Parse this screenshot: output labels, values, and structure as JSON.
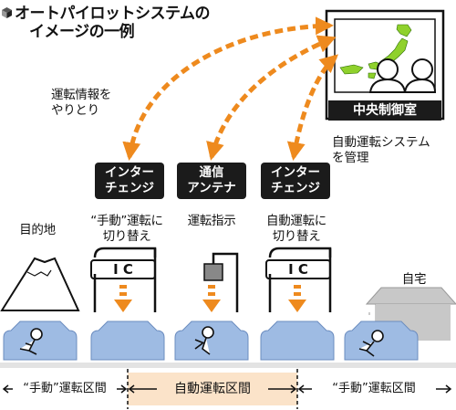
{
  "title": {
    "line1": "オートパイロットシステムの",
    "line2": "イメージの一例"
  },
  "info_exchange": {
    "line1": "運転情報を",
    "line2": "やりとり"
  },
  "control_room": {
    "label": "中央制御室",
    "caption_line1": "自動運転システム",
    "caption_line2": "を管理"
  },
  "badges": [
    {
      "line1": "インター",
      "line2": "チェンジ"
    },
    {
      "line1": "通信",
      "line2": "アンテナ"
    },
    {
      "line1": "インター",
      "line2": "チェンジ"
    }
  ],
  "stations": [
    {
      "line1": "“手動”運転に",
      "line2": "切り替え"
    },
    {
      "line1": "運転指示",
      "line2": ""
    },
    {
      "line1": "自動運転に",
      "line2": "切り替え"
    }
  ],
  "destination": "目的地",
  "home": "自宅",
  "ic_sign": "I C",
  "zones": {
    "left": "“手動”運転区間",
    "middle": "自動運転区間",
    "right": "“手動”運転区間"
  },
  "colors": {
    "orange": "#ee8a1e",
    "car_blue": "#9ebbe3",
    "zone_fill": "#fbe3c9",
    "badge_bg": "#1b1b1b",
    "map_green": "#8fd12c"
  }
}
